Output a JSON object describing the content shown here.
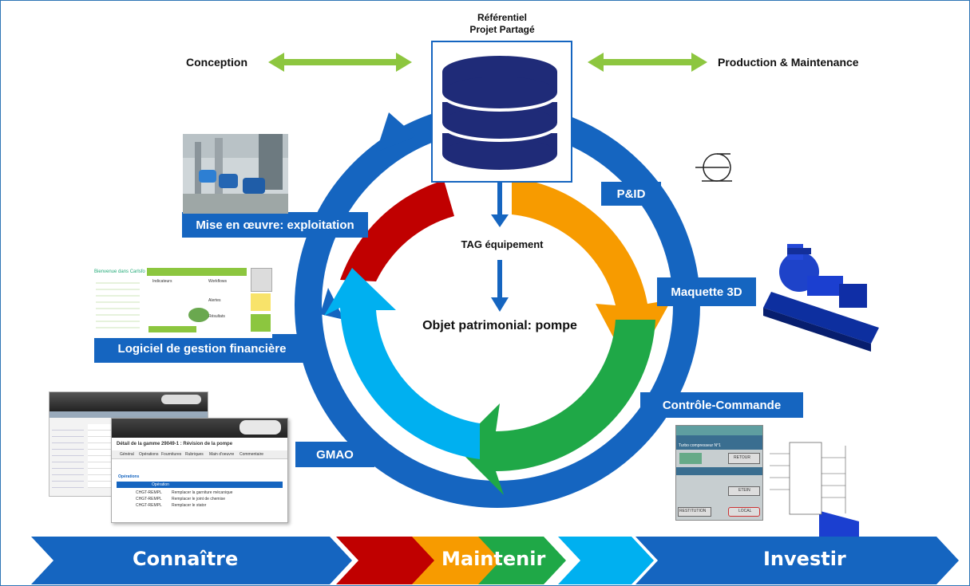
{
  "top": {
    "repo_line1": "Référentiel",
    "repo_line2": "Projet Partagé",
    "left_label": "Conception",
    "right_label": "Production & Maintenance"
  },
  "center": {
    "tag": "TAG  équipement",
    "object": "Objet patrimonial: pompe"
  },
  "labels": {
    "pid": "P&ID",
    "maquette": "Maquette 3D",
    "controle": "Contrôle-Commande",
    "gmao": "GMAO",
    "logiciel": "Logiciel de gestion financière",
    "mise": "Mise en œuvre: exploitation"
  },
  "bottom": {
    "connaitre": "Connaître",
    "maintenir": "Maintenir",
    "investir": "Investir"
  },
  "screens": {
    "carl_title": "Détail de la gamme 29049-1 : Révision de la pompe",
    "carl_tabs": [
      "Général",
      "Opérations",
      "Fournitures",
      "Rubriques",
      "Main d'oeuvre",
      "Commentaire"
    ],
    "carl_section": "Opérations",
    "carl_col": "Opération",
    "carl_rows": [
      {
        "code": "CHGT-REMPL",
        "op": "Remplacer la garniture mécanique"
      },
      {
        "code": "CHGT-REMPL",
        "op": "Remplacer le joint de chemise"
      },
      {
        "code": "CHGT-REMPL",
        "op": "Remplacer le stator"
      }
    ],
    "scada_title": "Turbo compresseur N°1",
    "scada_buttons": [
      "RETOUR",
      "ETEIN",
      "LOCAL",
      "RESTITUTION"
    ],
    "fin_heading": "Bienvenue dans Carlsfo",
    "fin_items": [
      "Indicateurs",
      "Workflows",
      "Alertes",
      "Résultats"
    ]
  },
  "colors": {
    "blue_ring": "#1565c0",
    "red": "#c00000",
    "orange": "#f79b00",
    "green": "#1fa847",
    "light_blue": "#00b0f0",
    "arrow_green": "#8dc63f"
  }
}
